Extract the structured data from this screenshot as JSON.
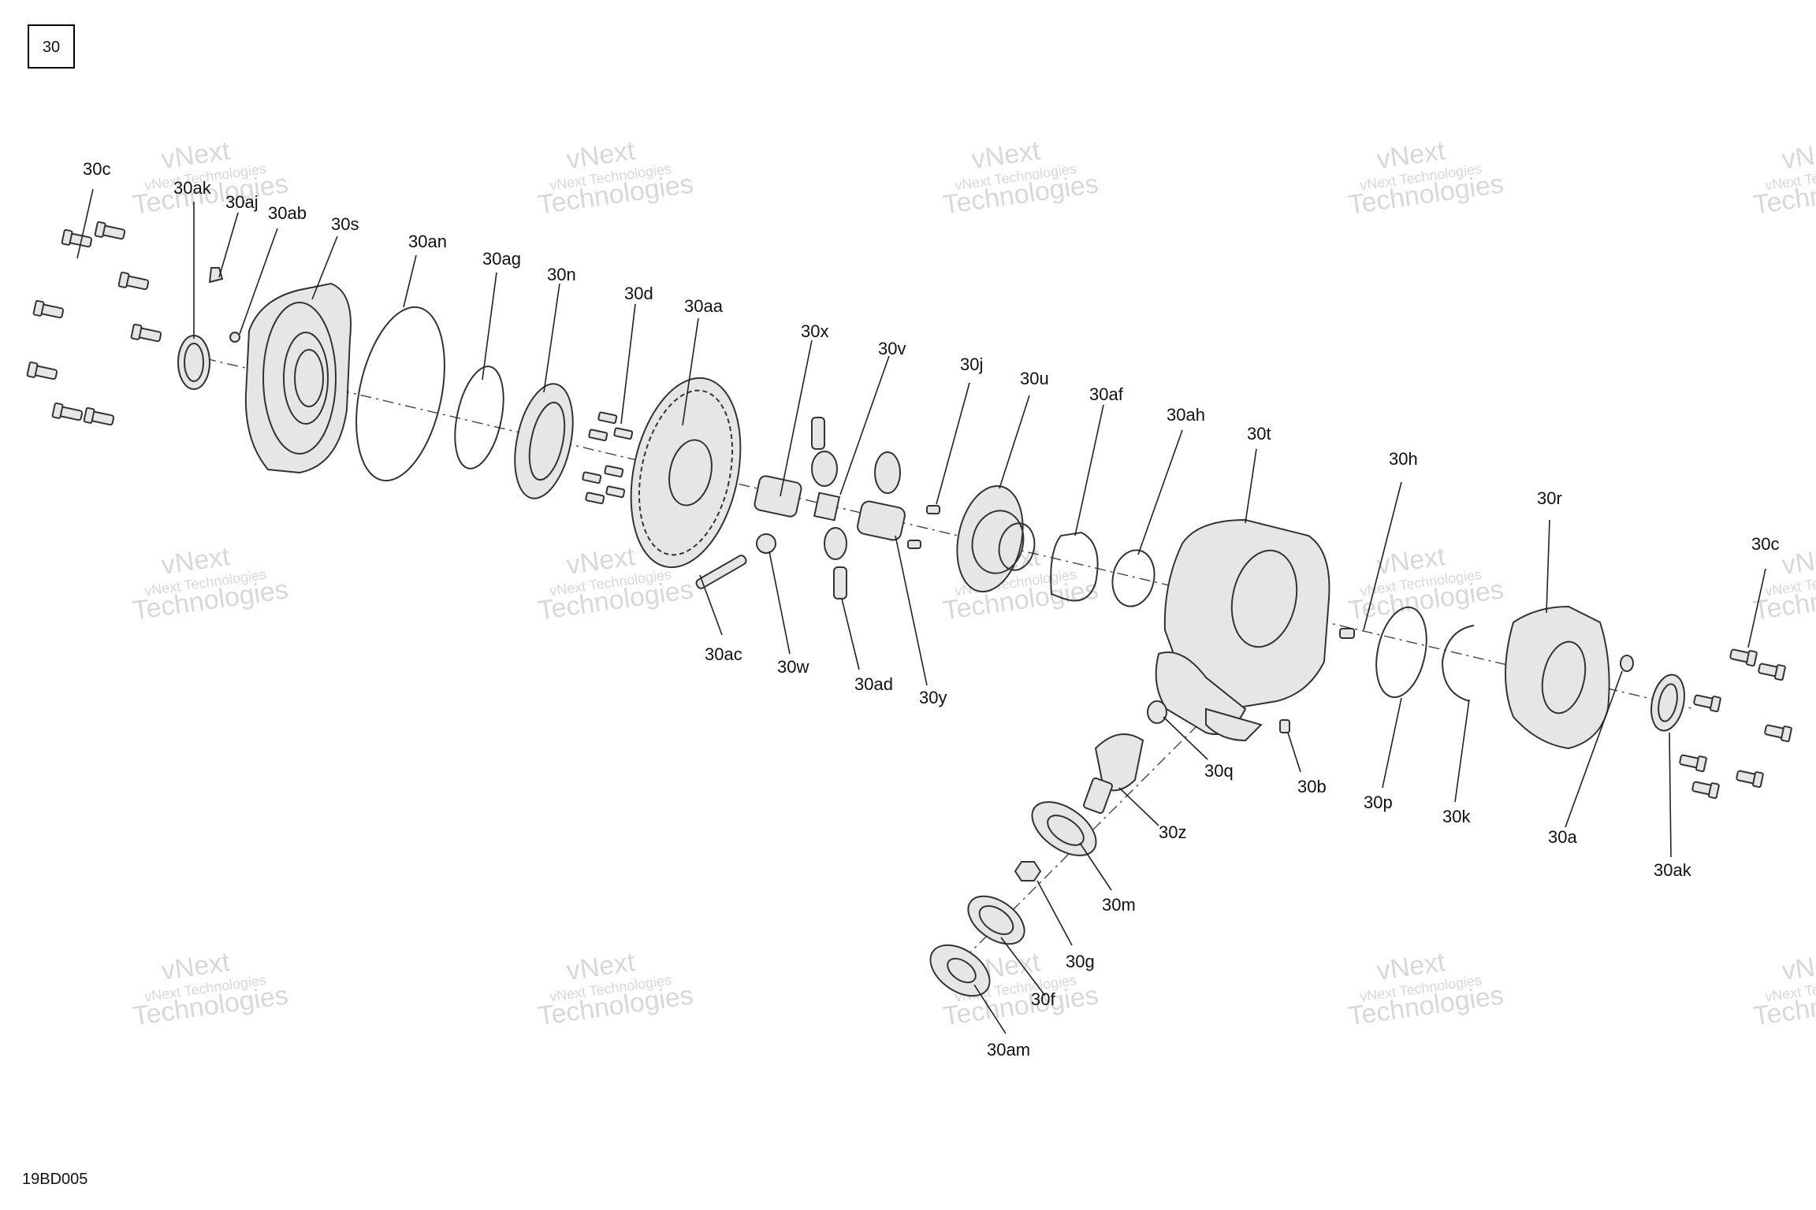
{
  "figure_number": "30",
  "figure_code": "19BD005",
  "watermark": {
    "line1": "vNext",
    "line2": "vNext Technologies",
    "line3": "Technologies"
  },
  "callouts": [
    "30c",
    "30ak",
    "30aj",
    "30ab",
    "30s",
    "30an",
    "30ag",
    "30n",
    "30d",
    "30aa",
    "30x",
    "30v",
    "30j",
    "30u",
    "30af",
    "30ah",
    "30t",
    "30h",
    "30r",
    "30c",
    "30ac",
    "30w",
    "30ad",
    "30y",
    "30q",
    "30b",
    "30z",
    "30m",
    "30g",
    "30f",
    "30am",
    "30p",
    "30k",
    "30a",
    "30ak"
  ]
}
